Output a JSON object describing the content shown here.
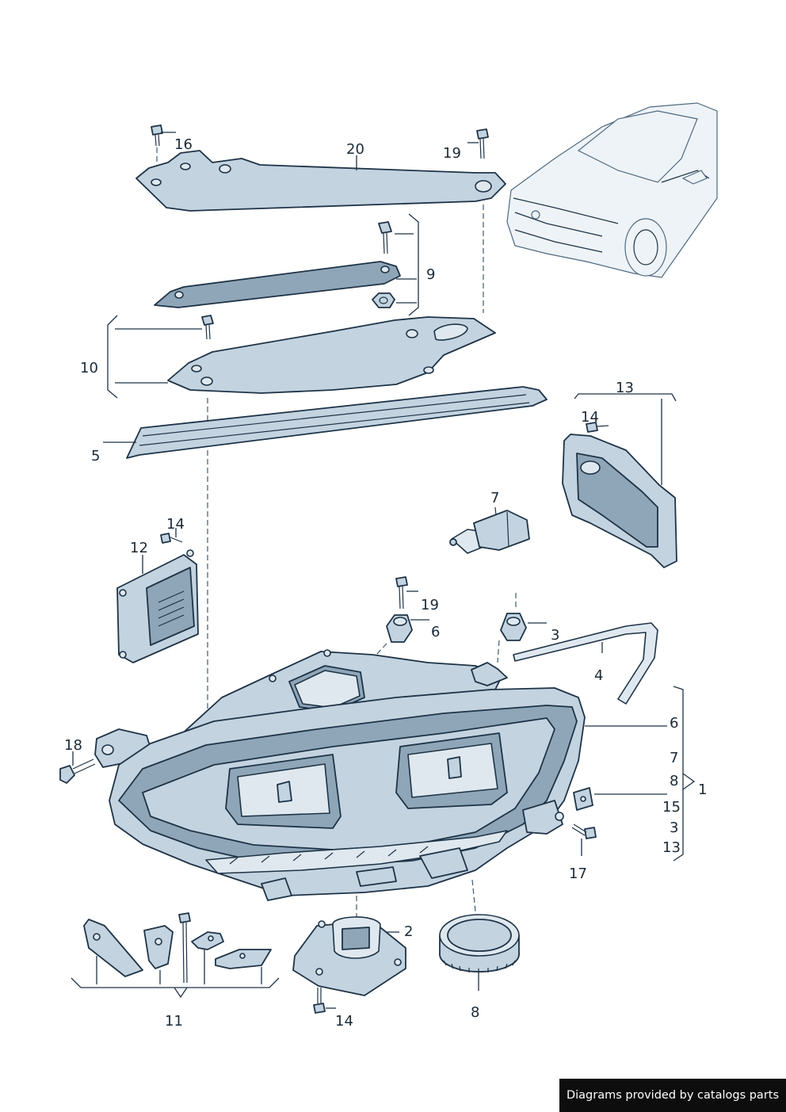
{
  "callouts": {
    "c16": "16",
    "c20": "20",
    "c19a": "19",
    "c9": "9",
    "c10": "10",
    "c5": "5",
    "c13a": "13",
    "c14a": "14",
    "c7a": "7",
    "c14b": "14",
    "c12": "12",
    "c19b": "19",
    "c6a": "6",
    "c3a": "3",
    "c4": "4",
    "c6b": "6",
    "c7b": "7",
    "c8a": "8",
    "c15": "15",
    "c3b": "3",
    "c13b": "13",
    "c1": "1",
    "c18": "18",
    "c17": "17",
    "c2": "2",
    "c14c": "14",
    "c11": "11",
    "c8b": "8"
  },
  "footer": {
    "text": "Diagrams provided by catalogs parts"
  }
}
